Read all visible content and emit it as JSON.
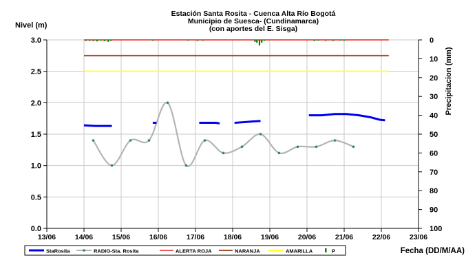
{
  "chart_data": {
    "type": "line",
    "title": [
      "Estación Santa Rosita - Cuenca Alta Río Bogotá",
      "Municipio de Suesca- (Cundinamarca)",
      "(con aportes del  E. Sisga)"
    ],
    "ylabel": "Nivel (m)",
    "y2label": "Precipitacion (mm)",
    "xlabel": "Fecha (DD/M/AA)",
    "xlim": [
      0,
      10
    ],
    "x_ticks": [
      "13/06",
      "14/06",
      "15/06",
      "16/06",
      "17/06",
      "18/06",
      "19/06",
      "20/06",
      "21/06",
      "22/06",
      "23/06"
    ],
    "ylim": [
      0,
      3
    ],
    "y_ticks": [
      "0.0",
      "0.5",
      "1.0",
      "1.5",
      "2.0",
      "2.5",
      "3.0"
    ],
    "y2lim": [
      0,
      100
    ],
    "y2_reversed": true,
    "y2_ticks": [
      "0",
      "10",
      "20",
      "30",
      "40",
      "50",
      "60",
      "70",
      "80",
      "90",
      "100"
    ],
    "grid": true,
    "legend_position": "bottom",
    "colors": {
      "StaRosita": "#0000ee",
      "RADIO": "#b4b4b4",
      "RADIO_marker": "#2e8b57",
      "ALERTA ROJA": "#ee2222",
      "NARANJA": "#a0522d",
      "AMARILLA": "#ffff33",
      "P": "#008000"
    },
    "series": [
      {
        "name": "StaRosita",
        "style": "thick-line",
        "segments": [
          [
            [
              1.0,
              1.64
            ],
            [
              1.3,
              1.63
            ],
            [
              1.75,
              1.63
            ]
          ],
          [
            [
              2.85,
              1.68
            ],
            [
              2.95,
              1.68
            ]
          ],
          [
            [
              4.1,
              1.68
            ],
            [
              4.55,
              1.68
            ],
            [
              4.65,
              1.67
            ]
          ],
          [
            [
              5.05,
              1.68
            ],
            [
              5.5,
              1.7
            ],
            [
              5.75,
              1.71
            ]
          ],
          [
            [
              7.05,
              1.8
            ],
            [
              7.4,
              1.8
            ],
            [
              7.75,
              1.82
            ],
            [
              8.05,
              1.82
            ],
            [
              8.4,
              1.8
            ],
            [
              8.7,
              1.77
            ],
            [
              8.95,
              1.73
            ],
            [
              9.1,
              1.72
            ]
          ]
        ]
      },
      {
        "name": "RADIO-Sta. Rosita",
        "style": "smooth-line-markers",
        "points": [
          [
            1.25,
            1.4
          ],
          [
            1.75,
            1.0
          ],
          [
            2.25,
            1.4
          ],
          [
            2.75,
            1.4
          ],
          [
            3.25,
            2.0
          ],
          [
            3.75,
            1.0
          ],
          [
            4.25,
            1.4
          ],
          [
            4.75,
            1.2
          ],
          [
            5.25,
            1.3
          ],
          [
            5.75,
            1.5
          ],
          [
            6.25,
            1.2
          ],
          [
            6.75,
            1.3
          ],
          [
            7.25,
            1.3
          ],
          [
            7.75,
            1.4
          ],
          [
            8.25,
            1.3
          ]
        ]
      },
      {
        "name": "ALERTA ROJA",
        "x": [
          1.0,
          9.2
        ],
        "y": 3.0
      },
      {
        "name": "NARANJA",
        "x": [
          1.0,
          9.2
        ],
        "y": 2.75
      },
      {
        "name": "AMARILLA",
        "x": [
          1.0,
          9.2
        ],
        "y": 2.5
      },
      {
        "name": "P",
        "axis": "y2",
        "style": "bar",
        "points": [
          [
            1.05,
            0.5
          ],
          [
            1.15,
            0.5
          ],
          [
            1.25,
            0.6
          ],
          [
            1.35,
            0.8
          ],
          [
            1.45,
            0.4
          ],
          [
            1.55,
            0.7
          ],
          [
            1.65,
            1.0
          ],
          [
            1.72,
            0.5
          ],
          [
            2.85,
            0.4
          ],
          [
            3.8,
            0.3
          ],
          [
            4.05,
            0.5
          ],
          [
            4.2,
            0.4
          ],
          [
            5.6,
            1.0
          ],
          [
            5.65,
            1.5
          ],
          [
            5.72,
            3.0
          ],
          [
            5.78,
            1.5
          ],
          [
            5.85,
            0.5
          ],
          [
            7.2,
            0.6
          ],
          [
            7.3,
            0.4
          ],
          [
            7.5,
            0.5
          ],
          [
            7.7,
            0.5
          ],
          [
            7.9,
            0.3
          ],
          [
            8.0,
            0.4
          ]
        ]
      }
    ]
  }
}
